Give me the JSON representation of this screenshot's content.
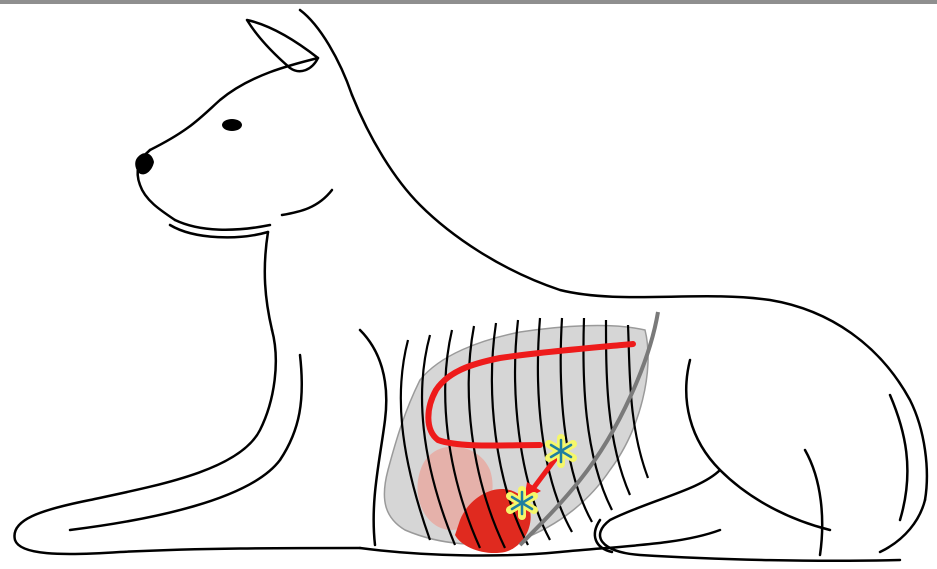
{
  "figure": {
    "subject": "dog-lateral-recumbency",
    "colors": {
      "outline": "#000000",
      "lung_fill": "#cfcfcf",
      "heart_fill": "#e02a1f",
      "heart_shadow": "#e8a79f",
      "scan_path": "#ee1b1b",
      "marker_fill": "#f5f76a",
      "marker_star": "#1f7ea0",
      "rib_gray": "#7a7a7a"
    },
    "icons": [
      "asterisk-marker-icon",
      "arrow-icon"
    ],
    "markers": [
      "upper-marker",
      "lower-marker"
    ]
  }
}
